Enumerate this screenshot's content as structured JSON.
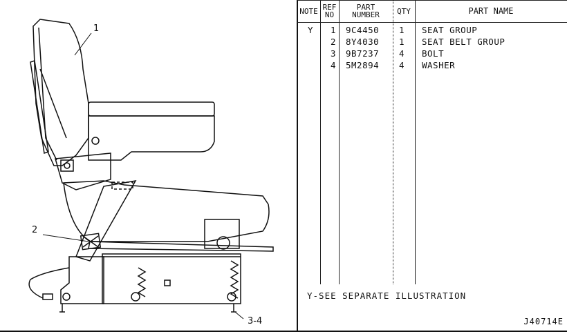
{
  "table": {
    "headers": {
      "note": "NOTE",
      "ref_line1": "REF",
      "ref_line2": "NO",
      "part_line1": "PART",
      "part_line2": "NUMBER",
      "qty": "QTY",
      "name": "PART NAME"
    },
    "rows": [
      {
        "note": "Y",
        "ref": "1",
        "part_number": "9C4450",
        "qty": "1",
        "name": "SEAT GROUP"
      },
      {
        "note": "",
        "ref": "2",
        "part_number": "8Y4030",
        "qty": "1",
        "name": "SEAT BELT GROUP"
      },
      {
        "note": "",
        "ref": "3",
        "part_number": "9B7237",
        "qty": "4",
        "name": "BOLT"
      },
      {
        "note": "",
        "ref": "4",
        "part_number": "5M2894",
        "qty": "4",
        "name": "WASHER"
      }
    ],
    "footnote": "Y-SEE SEPARATE ILLUSTRATION",
    "illustration_code": "J40714E"
  },
  "callouts": {
    "c1": "1",
    "c2": "2",
    "c34": "3-4"
  }
}
